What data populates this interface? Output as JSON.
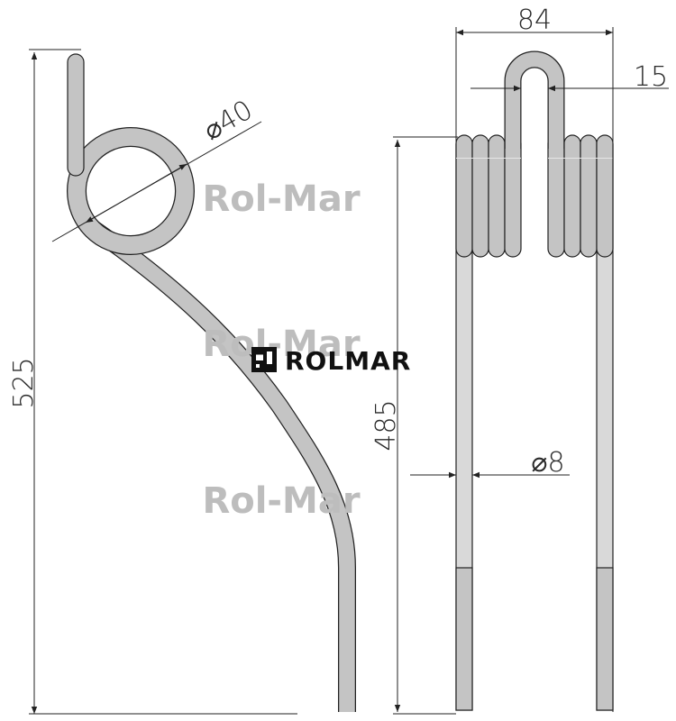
{
  "dimensions": {
    "overall_height": "525",
    "leg_height": "485",
    "coil_diameter": "⌀40",
    "width": "84",
    "loop_width": "15",
    "wire_diameter": "⌀8"
  },
  "watermark": "Rol-Mar",
  "logo": {
    "text": "ROLMAR"
  },
  "colors": {
    "spring_fill": "#c4c4c4",
    "spring_light": "#d9d9d9",
    "line": "#222222",
    "watermark": "#bdbdbd"
  }
}
